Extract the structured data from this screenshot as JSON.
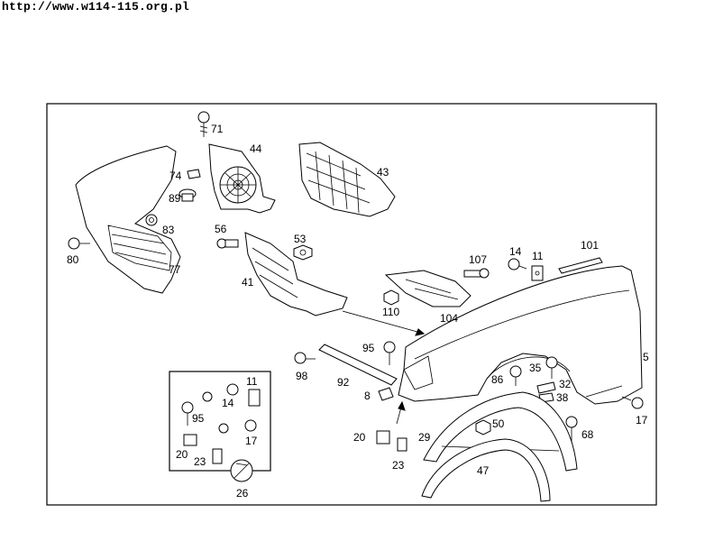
{
  "header": {
    "url_text": "http://www.w114-115.org.pl"
  },
  "diagram": {
    "callouts": [
      {
        "id": "71",
        "text": "71"
      },
      {
        "id": "44",
        "text": "44"
      },
      {
        "id": "43",
        "text": "43"
      },
      {
        "id": "74",
        "text": "74"
      },
      {
        "id": "89",
        "text": "89"
      },
      {
        "id": "83",
        "text": "83"
      },
      {
        "id": "80",
        "text": "80"
      },
      {
        "id": "77",
        "text": "77"
      },
      {
        "id": "56",
        "text": "56"
      },
      {
        "id": "53",
        "text": "53"
      },
      {
        "id": "41",
        "text": "41"
      },
      {
        "id": "107",
        "text": "107"
      },
      {
        "id": "14a",
        "text": "14"
      },
      {
        "id": "11a",
        "text": "11"
      },
      {
        "id": "101",
        "text": "101"
      },
      {
        "id": "110",
        "text": "110"
      },
      {
        "id": "104",
        "text": "104"
      },
      {
        "id": "5",
        "text": "5"
      },
      {
        "id": "95a",
        "text": "95"
      },
      {
        "id": "98",
        "text": "98"
      },
      {
        "id": "92",
        "text": "92"
      },
      {
        "id": "8",
        "text": "8"
      },
      {
        "id": "86",
        "text": "86"
      },
      {
        "id": "35",
        "text": "35"
      },
      {
        "id": "32",
        "text": "32"
      },
      {
        "id": "38",
        "text": "38"
      },
      {
        "id": "17a",
        "text": "17"
      },
      {
        "id": "11b",
        "text": "11"
      },
      {
        "id": "14b",
        "text": "14"
      },
      {
        "id": "95b",
        "text": "95"
      },
      {
        "id": "17b",
        "text": "17"
      },
      {
        "id": "20a",
        "text": "20"
      },
      {
        "id": "23a",
        "text": "23"
      },
      {
        "id": "26",
        "text": "26"
      },
      {
        "id": "20b",
        "text": "20"
      },
      {
        "id": "23b",
        "text": "23"
      },
      {
        "id": "29",
        "text": "29"
      },
      {
        "id": "50",
        "text": "50"
      },
      {
        "id": "68",
        "text": "68"
      },
      {
        "id": "47",
        "text": "47"
      }
    ]
  }
}
